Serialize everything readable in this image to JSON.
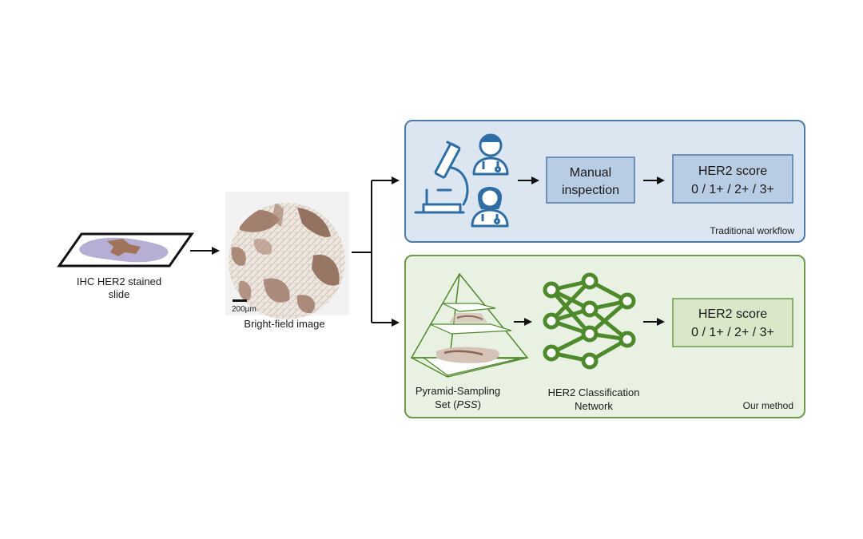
{
  "input": {
    "slide_label_line1": "IHC HER2 stained",
    "slide_label_line2": "slide",
    "image_label": "Bright-field image",
    "scale_bar": "200µm"
  },
  "traditional": {
    "box_label": "Manual",
    "box_label_line2": "inspection",
    "score_title": "HER2 score",
    "score_values": "0 / 1+ / 2+ / 3+",
    "panel_caption": "Traditional workflow"
  },
  "method": {
    "pss_line1": "Pyramid-Sampling",
    "pss_line2_prefix": "Set (",
    "pss_line2_italic": "PSS",
    "pss_line2_suffix": ")",
    "network_line1": "HER2 Classification",
    "network_line2": "Network",
    "score_title": "HER2 score",
    "score_values": "0 / 1+ / 2+ / 3+",
    "panel_caption": "Our method"
  },
  "colors": {
    "blue_panel_fill": "#dbe6f1",
    "blue_panel_stroke": "#4e7aa8",
    "blue_box_fill": "#b8cde3",
    "blue_icon": "#2e6ea5",
    "green_panel_fill": "#e9f1e2",
    "green_panel_stroke": "#6f9a4b",
    "green_box_fill": "#d8e8c8",
    "green_icon": "#4e8a2c",
    "tissue_purple": "#b7aed6",
    "tissue_brown": "#a0745a"
  }
}
